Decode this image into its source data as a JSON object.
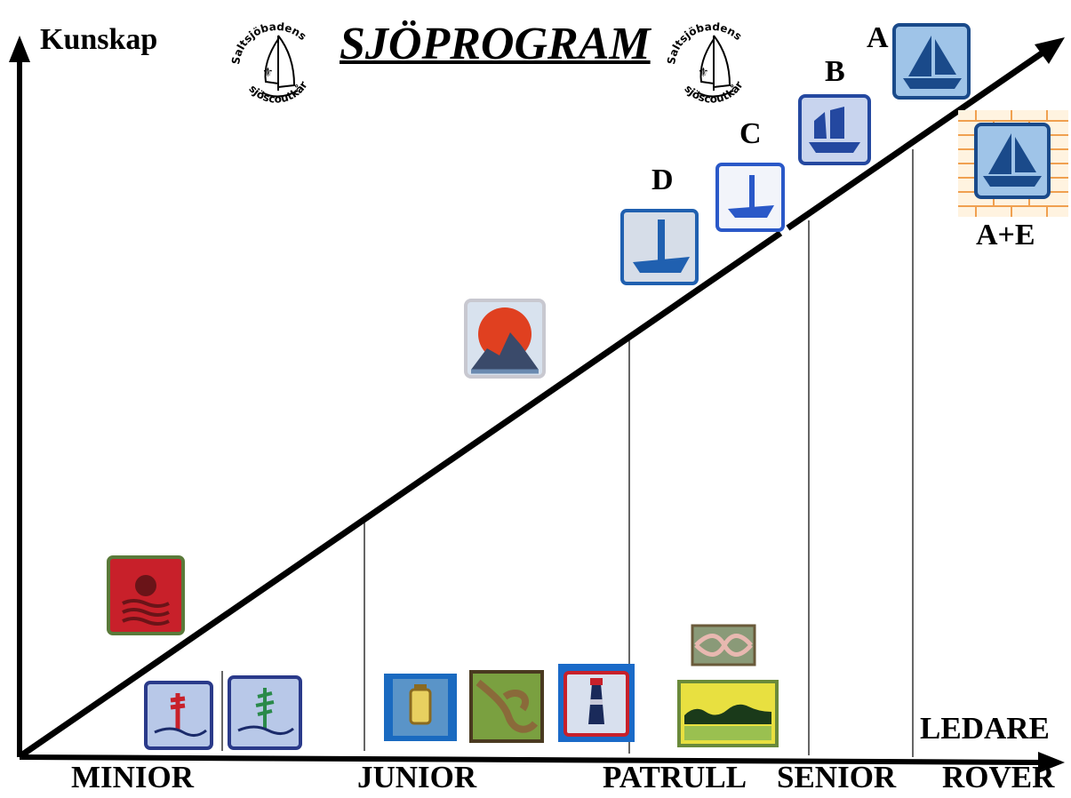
{
  "title": "SJÖPROGRAM",
  "logo_text_top": "Saltsjöbadens",
  "logo_text_bottom": "sjöscoutkår",
  "y_axis_label": "Kunskap",
  "x_axis_labels": {
    "minior": "MINIOR",
    "junior": "JUNIOR",
    "patrull": "PATRULL",
    "senior": "SENIOR",
    "rover": "ROVER"
  },
  "ledare_label": "LEDARE",
  "level_labels": {
    "a": "A",
    "b": "B",
    "c": "C",
    "d": "D",
    "ae": "A+E"
  },
  "colors": {
    "line": "#000000",
    "badge_blue": "#2060b0",
    "badge_light": "#b8c8e8",
    "badge_red": "#c8202a",
    "badge_green": "#7aa040",
    "rope_brown": "#8a6a3a",
    "brick": "#f0a050"
  }
}
